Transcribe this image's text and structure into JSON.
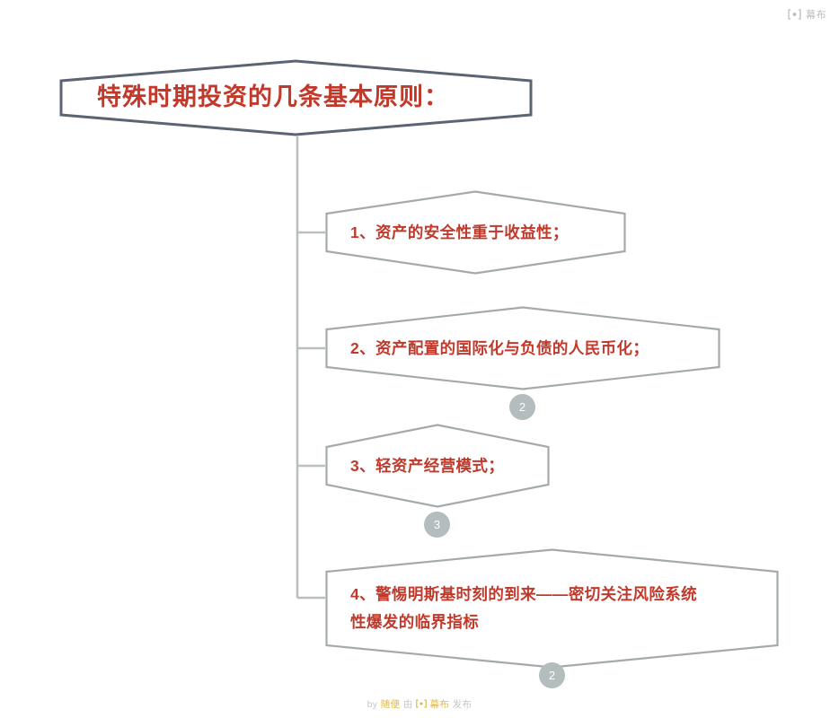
{
  "brand": {
    "mark_icon": "mubu-bracket-logo-icon",
    "label": "幕布"
  },
  "title_node": {
    "text": "特殊时期投资的几条基本原则：",
    "text_color": "#c0392b",
    "border_color": "#5a6472"
  },
  "nodes": [
    {
      "text": "1、资产的安全性重于收益性；",
      "badge": null
    },
    {
      "text": "2、资产配置的国际化与负债的人民币化；",
      "badge": "2"
    },
    {
      "text": "3、轻资产经营模式；",
      "badge": "3"
    },
    {
      "text": "4、警惕明斯基时刻的到来——密切关注风险系统\n性爆发的临界指标",
      "badge": "2"
    }
  ],
  "style": {
    "node_border_color": "#a4aaaa",
    "node_text_color": "#c0392b",
    "badge_color": "#b3bdbd",
    "badge_text_color": "#ffffff",
    "connector_color": "#b9bfbf",
    "background": "#ffffff"
  },
  "footer": {
    "prefix": "by",
    "author": "随便",
    "middle": "由",
    "mark_icon": "mubu-bracket-logo-icon",
    "brand": "幕布",
    "suffix": "发布"
  }
}
